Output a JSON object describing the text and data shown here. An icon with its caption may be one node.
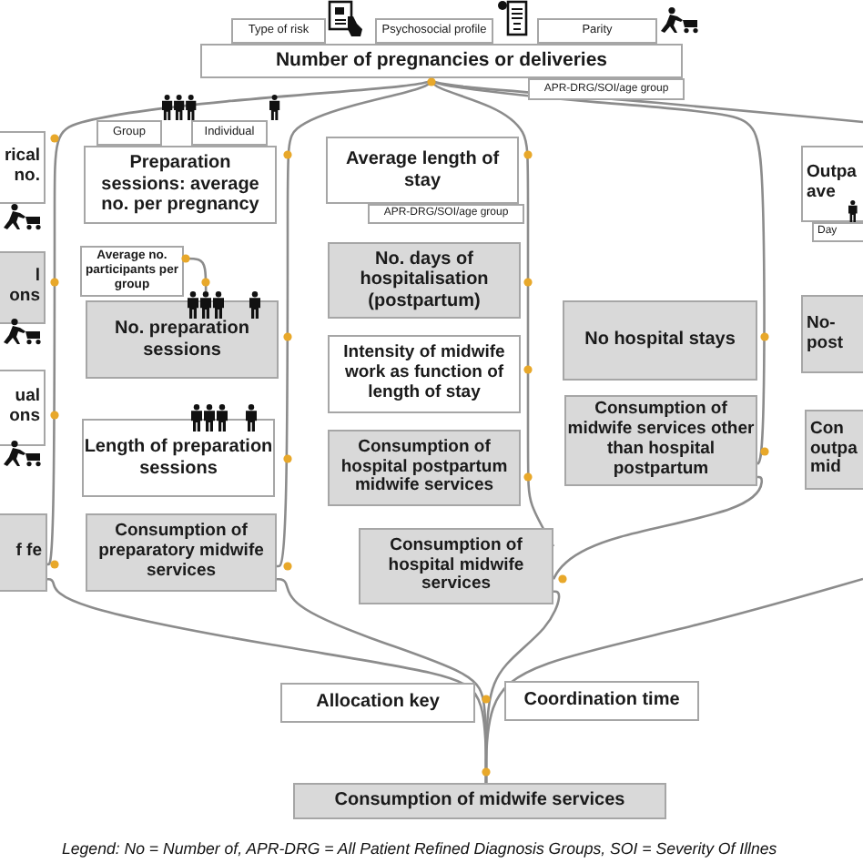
{
  "diagram": {
    "nodes": [
      {
        "text": [
          "Type of risk"
        ]
      },
      {
        "text": [
          "Psychosocial profile"
        ]
      },
      {
        "text": [
          "Parity"
        ]
      },
      {
        "text": [
          "Number of pregnancies or deliveries"
        ]
      },
      {
        "text": [
          "APR-DRG/SOI/age group"
        ]
      },
      {
        "text": [
          "rical no."
        ]
      },
      {
        "text": [
          "Group"
        ]
      },
      {
        "text": [
          "Individual"
        ]
      },
      {
        "text": [
          "Preparation sessions: average no. per pregnancy"
        ]
      },
      {
        "text": [
          "Average length of stay"
        ]
      },
      {
        "text": [
          "APR-DRG/SOI/age group"
        ]
      },
      {
        "text": [
          "Outpa ave"
        ]
      },
      {
        "text": [
          "Day"
        ]
      },
      {
        "text": [
          "Average no. participants per group"
        ]
      },
      {
        "text": [
          "l ons"
        ]
      },
      {
        "text": [
          "No. preparation sessions"
        ]
      },
      {
        "text": [
          "No. days of hospitalisation (postpartum)"
        ]
      },
      {
        "text": [
          "No hospital stays"
        ]
      },
      {
        "text": [
          "No- post"
        ]
      },
      {
        "text": [
          "Intensity of midwife work as function of length of stay"
        ]
      },
      {
        "text": [
          "ual ons"
        ]
      },
      {
        "text": [
          "Length of preparation sessions"
        ]
      },
      {
        "text": [
          "Consumption of midwife services other than hospital postpartum"
        ]
      },
      {
        "text": [
          "Con outpa mid"
        ]
      },
      {
        "text": [
          "Consumption of hospital postpartum midwife services"
        ]
      },
      {
        "text": [
          "f fe"
        ]
      },
      {
        "text": [
          "Consumption of preparatory midwife services"
        ]
      },
      {
        "text": [
          "Consumption of hospital midwife services"
        ]
      },
      {
        "text": [
          "Allocation key"
        ]
      },
      {
        "text": [
          "Coordination time"
        ]
      },
      {
        "text": [
          "Consumption of midwife services"
        ]
      },
      {
        "text": [],
        "shape": "person"
      }
    ],
    "edges": [
      {
        "from": 3,
        "to": 25,
        "arrow": "none"
      },
      {
        "from": 3,
        "to": 26,
        "arrow": "none"
      },
      {
        "from": 3,
        "to": 27,
        "arrow": "none"
      },
      {
        "from": 3,
        "to": 22,
        "arrow": "none"
      },
      {
        "from": 22,
        "to": 27,
        "arrow": "none"
      },
      {
        "from": 3,
        "to": null,
        "arrow": "none"
      },
      {
        "from": 25,
        "to": 30,
        "arrow": "none"
      },
      {
        "from": 26,
        "to": 30,
        "arrow": "none"
      },
      {
        "from": 27,
        "to": 30,
        "arrow": "none"
      },
      {
        "from": null,
        "to": 30,
        "arrow": "none"
      },
      {
        "from": 13,
        "to": 31,
        "arrow": "none"
      }
    ],
    "labels": [
      "Legend: No = Number of, APR-DRG = All Patient Refined Diagnosis Groups, SOI = Severity Of Illnes"
    ]
  }
}
